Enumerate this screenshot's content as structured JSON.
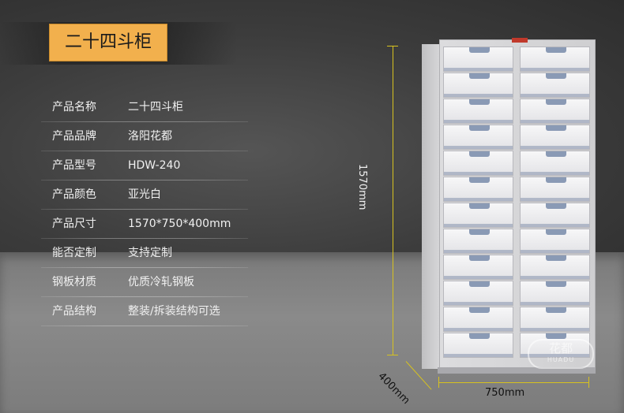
{
  "title": "二十四斗柜",
  "specs": [
    {
      "label": "产品名称",
      "value": "二十四斗柜"
    },
    {
      "label": "产品品牌",
      "value": "洛阳花都"
    },
    {
      "label": "产品型号",
      "value": "HDW-240"
    },
    {
      "label": "产品颜色",
      "value": "亚光白"
    },
    {
      "label": "产品尺寸",
      "value": "1570*750*400mm"
    },
    {
      "label": "能否定制",
      "value": "支持定制"
    },
    {
      "label": "钢板材质",
      "value": "优质冷轧钢板"
    },
    {
      "label": "产品结构",
      "value": "整装/拆装结构可选"
    }
  ],
  "dimensions": {
    "height": "1570mm",
    "width": "750mm",
    "depth": "400mm"
  },
  "watermark": {
    "main": "花都",
    "sub": "HUADU"
  },
  "colors": {
    "accent": "#f2b04d",
    "dimension_line": "#d7c21f"
  }
}
